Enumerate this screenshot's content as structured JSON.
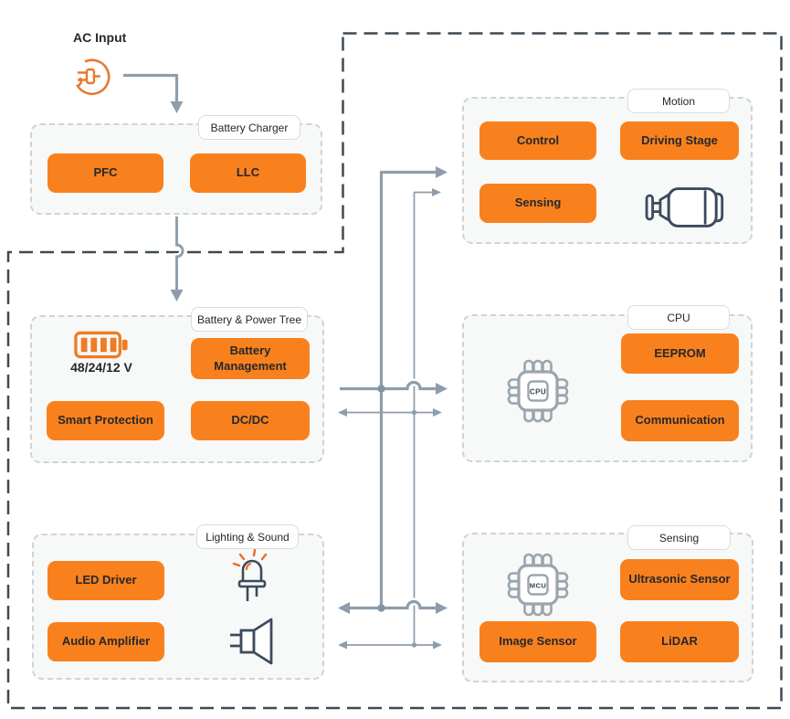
{
  "ac_input": {
    "label": "AC Input"
  },
  "battery_charger": {
    "tab": "Battery Charger",
    "pfc": "PFC",
    "llc": "LLC"
  },
  "battery_power_tree": {
    "tab": "Battery & Power Tree",
    "voltage_label": "48/24/12 V",
    "battery_management": "Battery Management",
    "smart_protection": "Smart Protection",
    "dc_dc": "DC/DC"
  },
  "lighting_sound": {
    "tab": "Lighting & Sound",
    "led_driver": "LED Driver",
    "audio_amplifier": "Audio Amplifier"
  },
  "motion": {
    "tab": "Motion",
    "control": "Control",
    "driving_stage": "Driving Stage",
    "sensing": "Sensing"
  },
  "cpu": {
    "tab": "CPU",
    "chip_label": "CPU",
    "eeprom": "EEPROM",
    "communication": "Communication"
  },
  "sensing_block": {
    "tab": "Sensing",
    "chip_label": "MCU",
    "ultrasonic_sensor": "Ultrasonic Sensor",
    "image_sensor": "Image Sensor",
    "lidar": "LiDAR"
  },
  "colors": {
    "accent_orange": "#f8811e",
    "bus_gray": "#8e9dab",
    "boundary_dark": "#3e4a54",
    "block_background": "#f7f8f8",
    "icon_slate": "#3d4a5c",
    "chip_gray": "#9aa5ae",
    "plug_orange": "#e8782e"
  }
}
